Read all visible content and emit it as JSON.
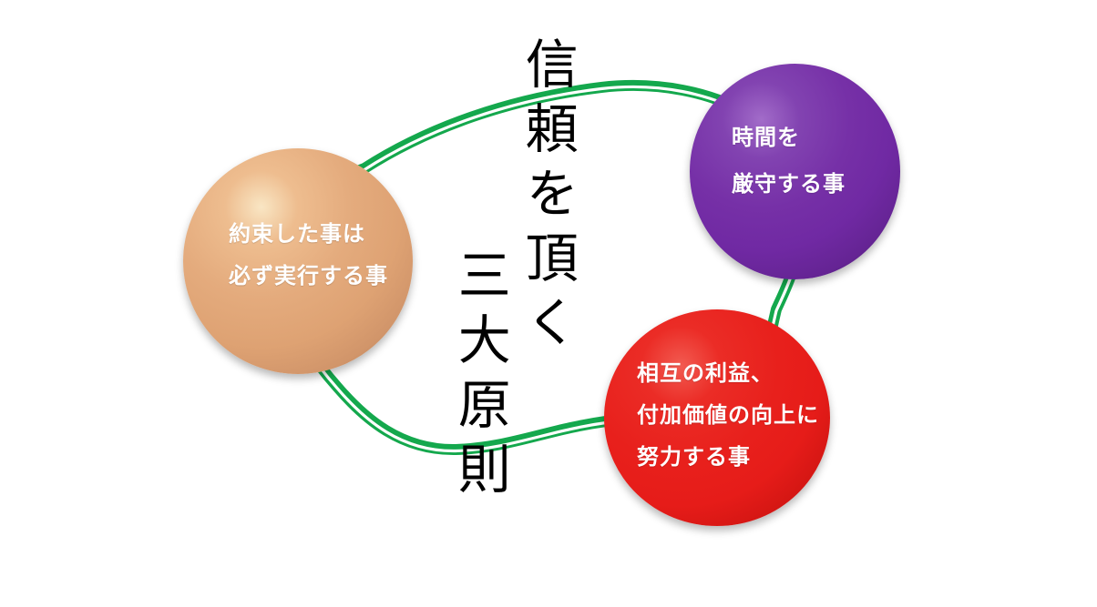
{
  "title": {
    "full": "信頼を頂く三大原則",
    "line1": "信頼を頂く",
    "line2": "三大原則"
  },
  "circles": [
    {
      "name": "promise",
      "fill": "#dea273",
      "lines": [
        "約束した事は",
        "必ず実行する事"
      ]
    },
    {
      "name": "punctuality",
      "fill": "#7029a3",
      "lines": [
        "時間を",
        "厳守する事"
      ]
    },
    {
      "name": "mutual-benefit",
      "fill": "#e61c19",
      "lines": [
        "相互の利益、",
        "付加価値の向上に",
        "努力する事"
      ]
    }
  ],
  "colors": {
    "loop_green": "#14a84d",
    "loop_inner_line": "#ffffff",
    "circle_text": "#ffffff",
    "title_text": "#000000"
  }
}
